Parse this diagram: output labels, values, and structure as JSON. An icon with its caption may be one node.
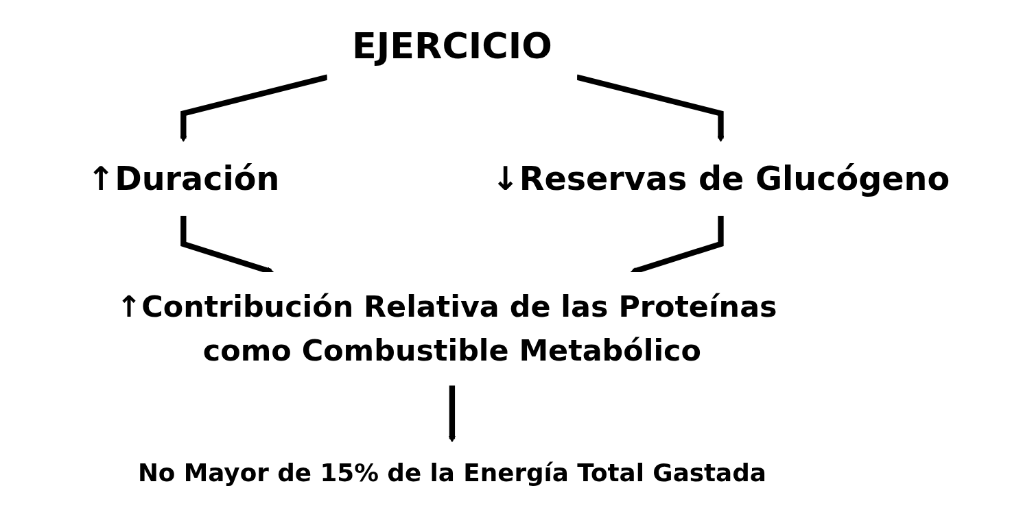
{
  "diagram": {
    "nodes": [
      {
        "text": [
          "EJERCICIO"
        ]
      },
      {
        "text": [
          "↑Duración"
        ]
      },
      {
        "text": [
          "↓Reservas de Glucógeno"
        ]
      },
      {
        "text": [
          "↑Contribución Relativa de las Proteínas como Combustible Metabólico"
        ]
      },
      {
        "text": [
          "No Mayor de 15% de la Energía Total Gastada"
        ]
      }
    ],
    "edges": [
      {
        "from": 0,
        "to": 1,
        "arrow": "to"
      },
      {
        "from": 0,
        "to": 2,
        "arrow": "to"
      },
      {
        "from": 1,
        "to": 3,
        "arrow": "to"
      },
      {
        "from": 2,
        "to": 3,
        "arrow": "to"
      },
      {
        "from": 3,
        "to": 4,
        "arrow": "to"
      }
    ]
  }
}
